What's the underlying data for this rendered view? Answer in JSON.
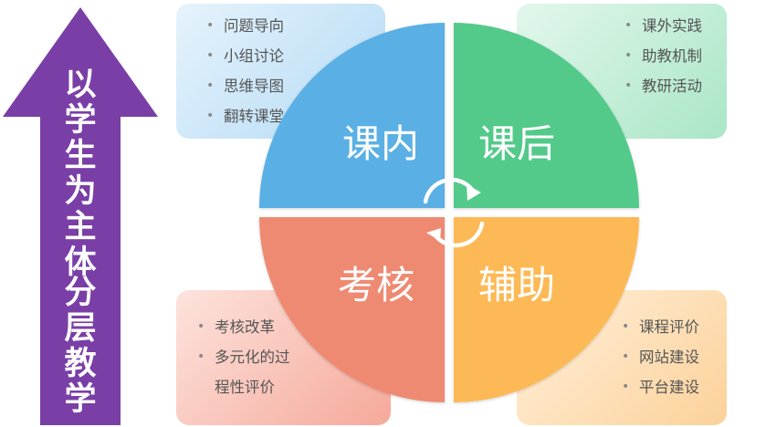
{
  "arrow": {
    "line1": [
      "以",
      "学",
      "生",
      "为",
      "主",
      "体"
    ],
    "line2": [
      "分",
      "层",
      "教",
      "学"
    ],
    "color": "#7a3fa6"
  },
  "quadrants": {
    "top_left": {
      "label": "课内",
      "color": "#5ab0e4"
    },
    "top_right": {
      "label": "课后",
      "color": "#52c98a"
    },
    "bottom_left": {
      "label": "考核",
      "color": "#ef8a72"
    },
    "bottom_right": {
      "label": "辅助",
      "color": "#fdb954"
    }
  },
  "panels": {
    "top_left": {
      "items": [
        "问题导向",
        "小组讨论",
        "思维导图",
        "翻转课堂"
      ]
    },
    "top_right": {
      "items": [
        "课外实践",
        "助教机制",
        "教研活动"
      ]
    },
    "bottom_left": {
      "items": [
        "考核改革",
        "多元化的过",
        "程性评价"
      ]
    },
    "bottom_right": {
      "items": [
        "课程评价",
        "网站建设",
        "平台建设"
      ]
    }
  }
}
